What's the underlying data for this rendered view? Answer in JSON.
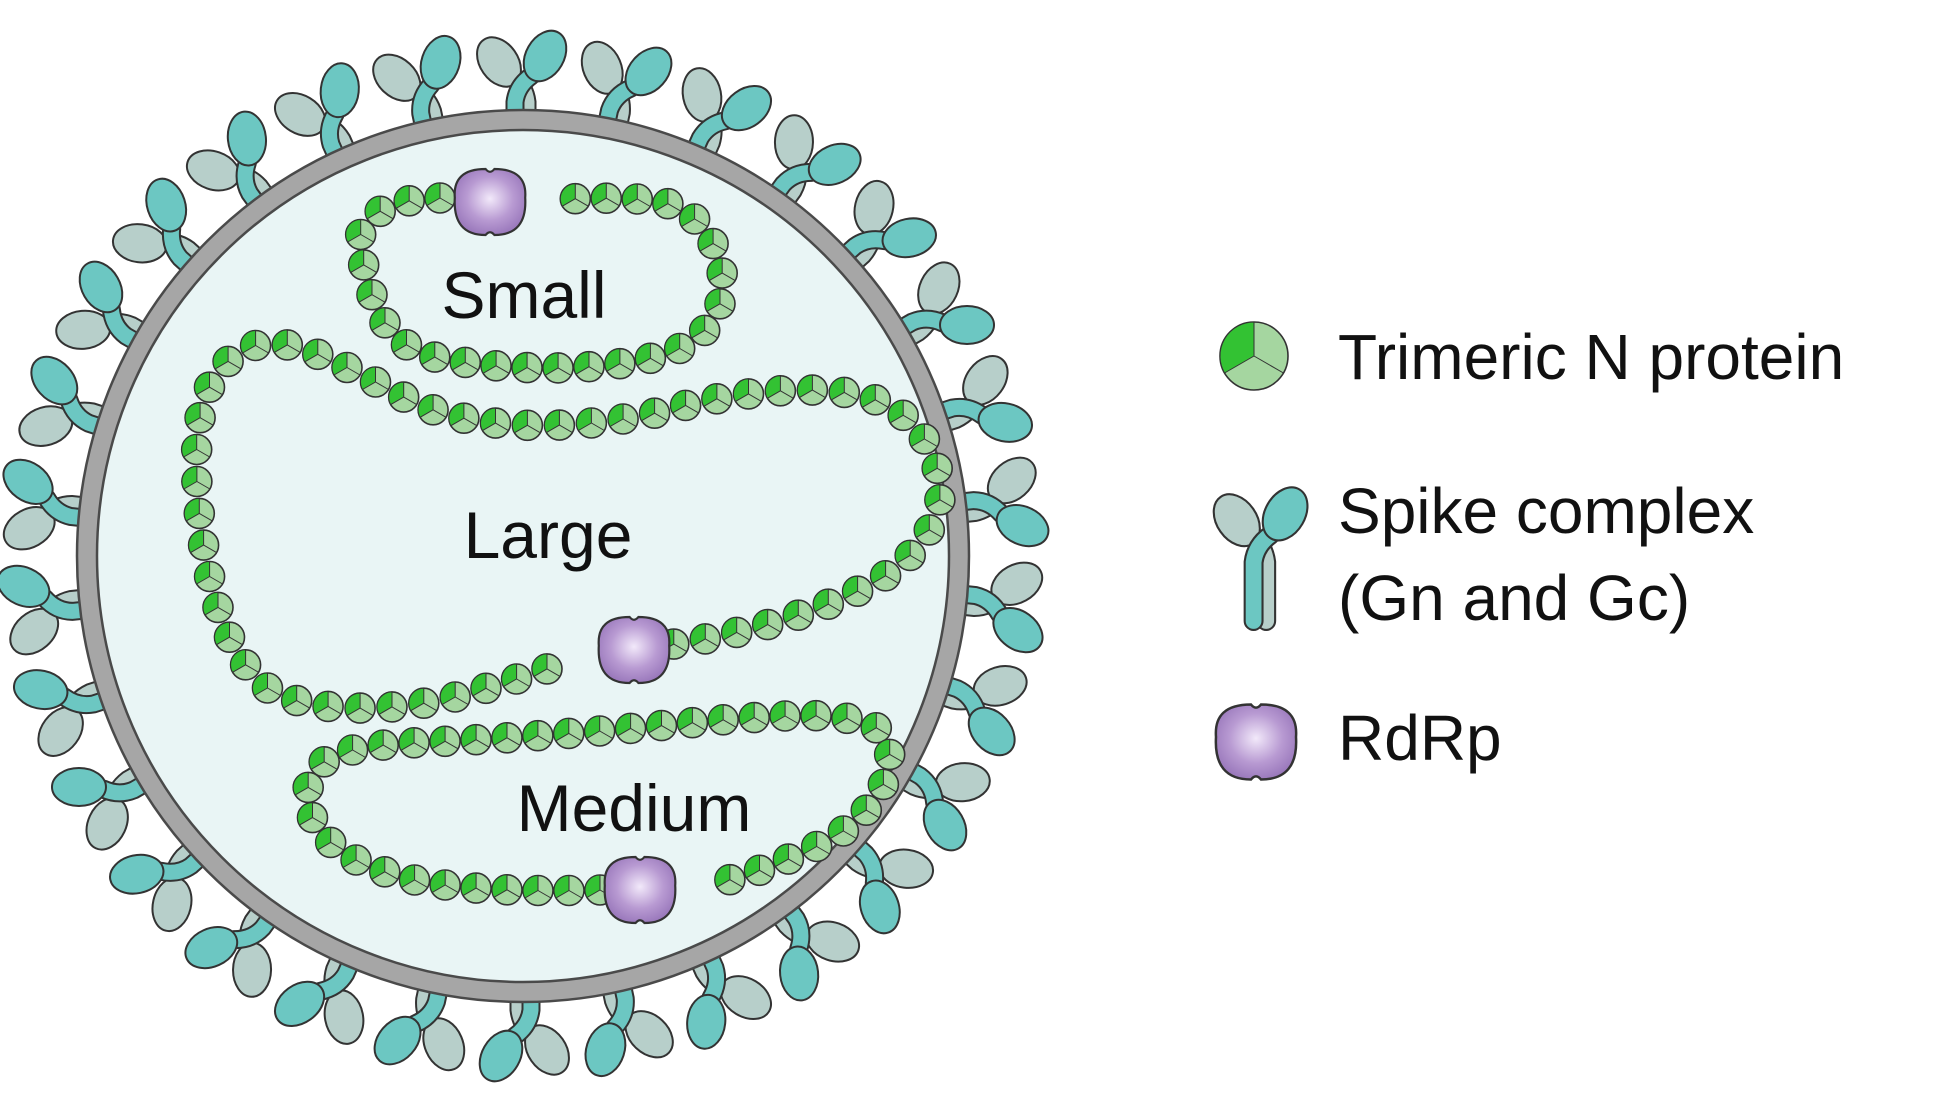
{
  "segments": {
    "small": "Small",
    "large": "Large",
    "medium": "Medium"
  },
  "legend": {
    "n_protein": "Trimeric N protein",
    "spike_line1": "Spike complex",
    "spike_line2": "(Gn and Gc)",
    "rdrp": "RdRp"
  },
  "icons": {
    "n_protein": "trimeric-n-protein-icon",
    "spike": "spike-complex-icon",
    "rdrp": "rdrp-icon"
  },
  "colors": {
    "membrane": "#a6a6a6",
    "interior": "#e9f5f5",
    "spike_teal": "#6cc7c2",
    "spike_grey": "#b7cfca",
    "n_dark": "#33c233",
    "n_light": "#a5d6a0",
    "rdrp": "#a98bc6",
    "outline": "#333333"
  }
}
